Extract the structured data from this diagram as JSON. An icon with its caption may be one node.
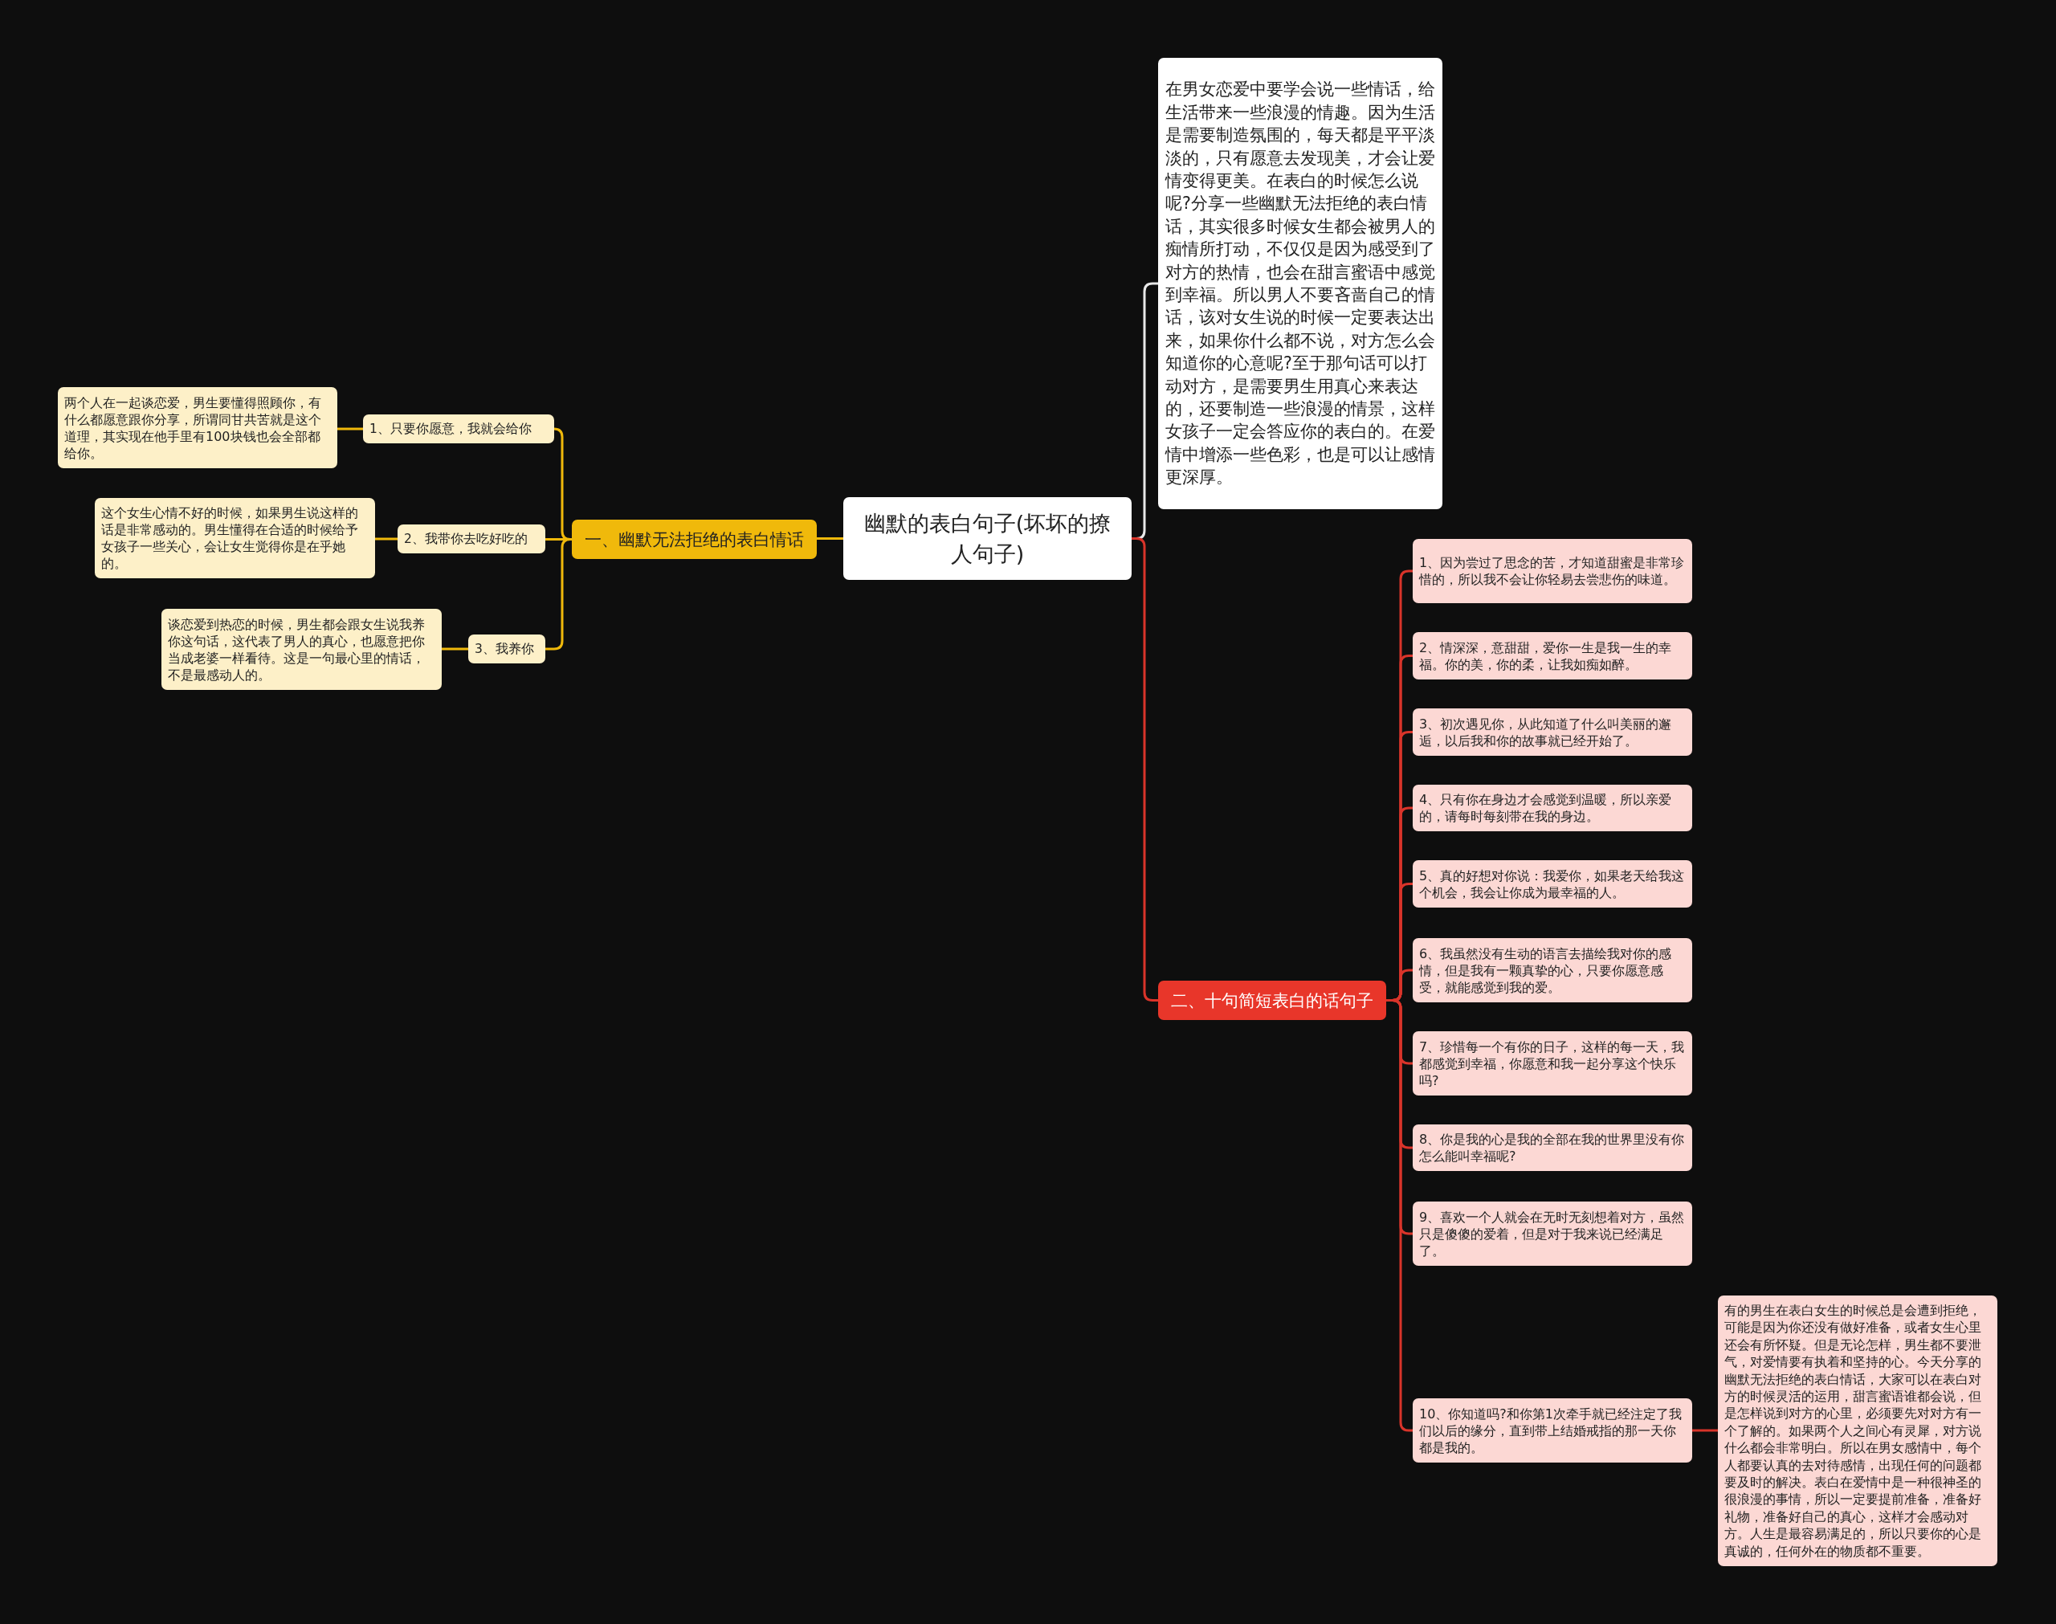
{
  "diagram": {
    "nodes": [
      {
        "text": [
          "幽默的表白句子(坏坏的撩人句子)"
        ]
      },
      {
        "text": [
          "在男女恋爱中要学会说一些情话，给生活带来一些浪漫的情趣。因为生活是需要制造氛围的，每天都是平平淡淡的，只有愿意去发现美，才会让爱情变得更美。在表白的时候怎么说呢?分享一些幽默无法拒绝的表白情话，其实很多时候女生都会被男人的痴情所打动，不仅仅是因为感受到了对方的热情，也会在甜言蜜语中感觉到幸福。所以男人不要吝啬自己的情话，该对女生说的时候一定要表达出来，如果你什么都不说，对方怎么会知道你的心意呢?至于那句话可以打动对方，是需要男生用真心来表达的，还要制造一些浪漫的情景，这样女孩子一定会答应你的表白的。在爱情中增添一些色彩，也是可以让感情更深厚。"
        ]
      },
      {
        "text": [
          "一、幽默无法拒绝的表白情话"
        ]
      },
      {
        "text": [
          "1、只要你愿意，我就会给你"
        ]
      },
      {
        "text": [
          "两个人在一起谈恋爱，男生要懂得照顾你，有什么都愿意跟你分享，所谓同甘共苦就是这个道理，其实现在他手里有100块钱也会全部都给你。"
        ]
      },
      {
        "text": [
          "2、我带你去吃好吃的"
        ]
      },
      {
        "text": [
          "这个女生心情不好的时候，如果男生说这样的话是非常感动的。男生懂得在合适的时候给予女孩子一些关心，会让女生觉得你是在乎她的。"
        ]
      },
      {
        "text": [
          "3、我养你"
        ]
      },
      {
        "text": [
          "谈恋爱到热恋的时候，男生都会跟女生说我养你这句话，这代表了男人的真心，也愿意把你当成老婆一样看待。这是一句最心里的情话，不是最感动人的。"
        ]
      },
      {
        "text": [
          "二、十句简短表白的话句子"
        ]
      },
      {
        "text": [
          "1、因为尝过了思念的苦，才知道甜蜜是非常珍惜的，所以我不会让你轻易去尝悲伤的味道。"
        ]
      },
      {
        "text": [
          "2、情深深，意甜甜，爱你一生是我一生的幸福。你的美，你的柔，让我如痴如醉。"
        ]
      },
      {
        "text": [
          "3、初次遇见你，从此知道了什么叫美丽的邂逅，以后我和你的故事就已经开始了。"
        ]
      },
      {
        "text": [
          "4、只有你在身边才会感觉到温暖，所以亲爱的，请每时每刻带在我的身边。"
        ]
      },
      {
        "text": [
          "5、真的好想对你说：我爱你，如果老天给我这个机会，我会让你成为最幸福的人。"
        ]
      },
      {
        "text": [
          "6、我虽然没有生动的语言去描绘我对你的感情，但是我有一颗真挚的心，只要你愿意感受，就能感觉到我的爱。"
        ]
      },
      {
        "text": [
          "7、珍惜每一个有你的日子，这样的每一天，我都感觉到幸福，你愿意和我一起分享这个快乐吗?"
        ]
      },
      {
        "text": [
          "8、你是我的心是我的全部在我的世界里没有你怎么能叫幸福呢?"
        ]
      },
      {
        "text": [
          "9、喜欢一个人就会在无时无刻想着对方，虽然只是傻傻的爱着，但是对于我来说已经满足了。"
        ]
      },
      {
        "text": [
          "10、你知道吗?和你第1次牵手就已经注定了我们以后的缘分，直到带上结婚戒指的那一天你都是我的。"
        ]
      },
      {
        "text": [
          "有的男生在表白女生的时候总是会遭到拒绝，可能是因为你还没有做好准备，或者女生心里还会有所怀疑。但是无论怎样，男生都不要泄气，对爱情要有执着和坚持的心。今天分享的幽默无法拒绝的表白情话，大家可以在表白对方的时候灵活的运用，甜言蜜语谁都会说，但是怎样说到对方的心里，必须要先对对方有一个了解的。如果两个人之间心有灵犀，对方说什么都会非常明白。所以在男女感情中，每个人都要认真的去对待感情，出现任何的问题都要及时的解决。表白在爱情中是一种很神圣的很浪漫的事情，所以一定要提前准备，准备好礼物，准备好自己的真心，这样才会感动对方。人生是最容易满足的，所以只要你的心是真诚的，任何外在的物质都不重要。"
        ]
      }
    ],
    "edges": [
      {
        "from": 0,
        "to": 1,
        "arrow": "none",
        "color": "#e8e8e8"
      },
      {
        "from": 0,
        "to": 2,
        "arrow": "none",
        "color": "#f0b90b"
      },
      {
        "from": 2,
        "to": 3,
        "arrow": "none",
        "color": "#f0b90b"
      },
      {
        "from": 2,
        "to": 5,
        "arrow": "none",
        "color": "#f0b90b"
      },
      {
        "from": 2,
        "to": 7,
        "arrow": "none",
        "color": "#f0b90b"
      },
      {
        "from": 3,
        "to": 4,
        "arrow": "none",
        "color": "#f0b90b"
      },
      {
        "from": 5,
        "to": 6,
        "arrow": "none",
        "color": "#f0b90b"
      },
      {
        "from": 7,
        "to": 8,
        "arrow": "none",
        "color": "#f0b90b"
      },
      {
        "from": 0,
        "to": 9,
        "arrow": "none"
      },
      {
        "from": 9,
        "to": 10,
        "arrow": "none"
      },
      {
        "from": 9,
        "to": 11,
        "arrow": "none"
      },
      {
        "from": 9,
        "to": 12,
        "arrow": "none"
      },
      {
        "from": 9,
        "to": 13,
        "arrow": "none"
      },
      {
        "from": 9,
        "to": 14,
        "arrow": "none"
      },
      {
        "from": 9,
        "to": 15,
        "arrow": "none"
      },
      {
        "from": 9,
        "to": 16,
        "arrow": "none"
      },
      {
        "from": 9,
        "to": 17,
        "arrow": "none"
      },
      {
        "from": 9,
        "to": 18,
        "arrow": "none"
      },
      {
        "from": 9,
        "to": 19,
        "arrow": "none"
      },
      {
        "from": 19,
        "to": 20,
        "arrow": "none"
      }
    ]
  }
}
